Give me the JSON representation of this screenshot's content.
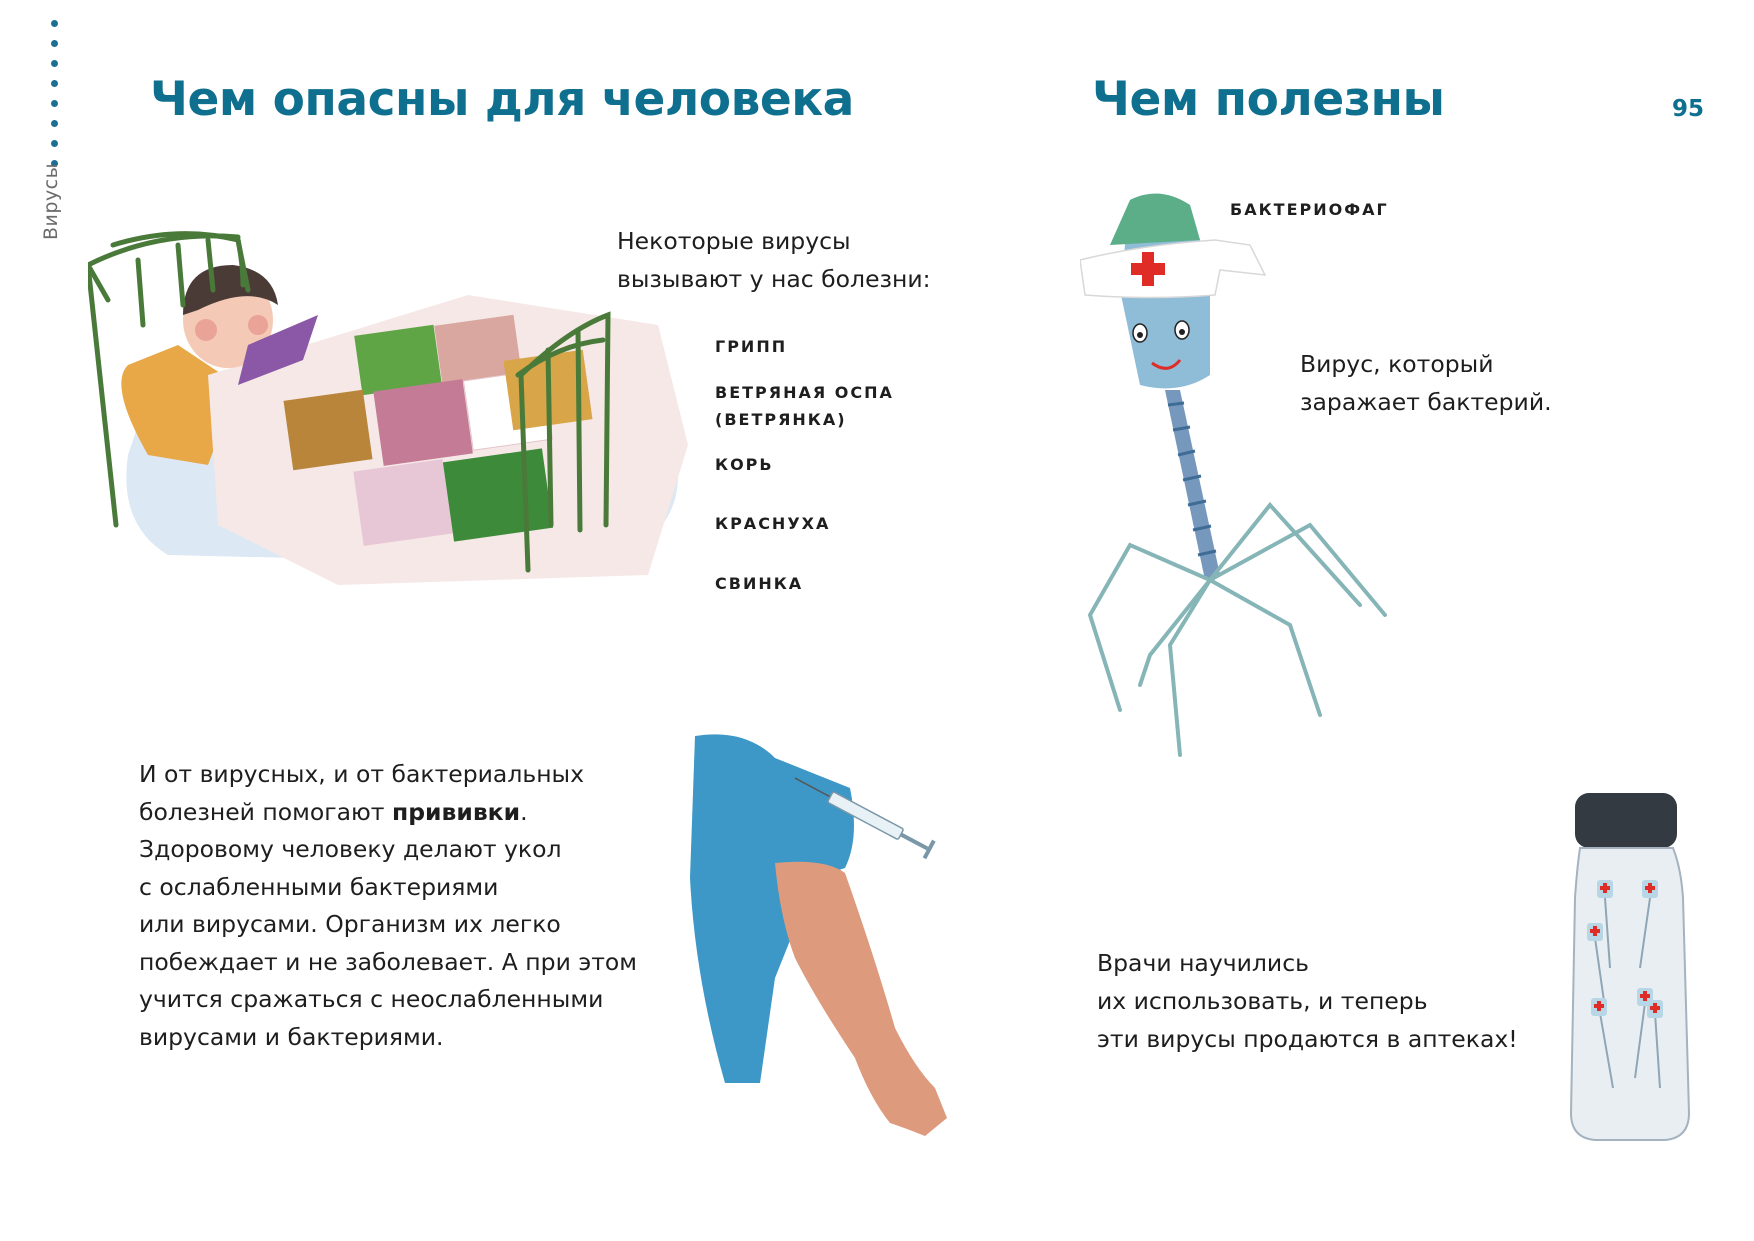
{
  "side": {
    "label": "Вирусы"
  },
  "page_number": "95",
  "left": {
    "heading": "Чем опасны для человека",
    "intro_line1": "Некоторые вирусы",
    "intro_line2": "вызывают у нас болезни:",
    "diseases": [
      "ГРИПП",
      "ВЕТРЯНАЯ ОСПА",
      "(ВЕТРЯНКА)",
      "КОРЬ",
      "КРАСНУХА",
      "СВИНКА"
    ],
    "vaccine_text": {
      "l1": "И от вирусных, и от бактериальных",
      "l2a": "болезней помогают ",
      "l2b": "прививки",
      "l2c": ".",
      "l3": "Здоровому человеку делают укол",
      "l4": "с ослабленными бактериями",
      "l5": "или вирусами. Организм их легко",
      "l6": "побеждает и не заболевает. А при этом",
      "l7": "учится сражаться с неослабленными",
      "l8": "вирусами и бактериями."
    }
  },
  "right": {
    "heading": "Чем полезны",
    "bacteriophage_label": "БАКТЕРИОФАГ",
    "phage_desc_l1": "Вирус, который",
    "phage_desc_l2": "заражает бактерий.",
    "pharmacy_l1": "Врачи научились",
    "pharmacy_l2": "их использовать, и теперь",
    "pharmacy_l3": "эти вирусы продаются в аптеках!"
  },
  "colors": {
    "accent": "#0f6f8f",
    "text": "#1e1e1e"
  }
}
